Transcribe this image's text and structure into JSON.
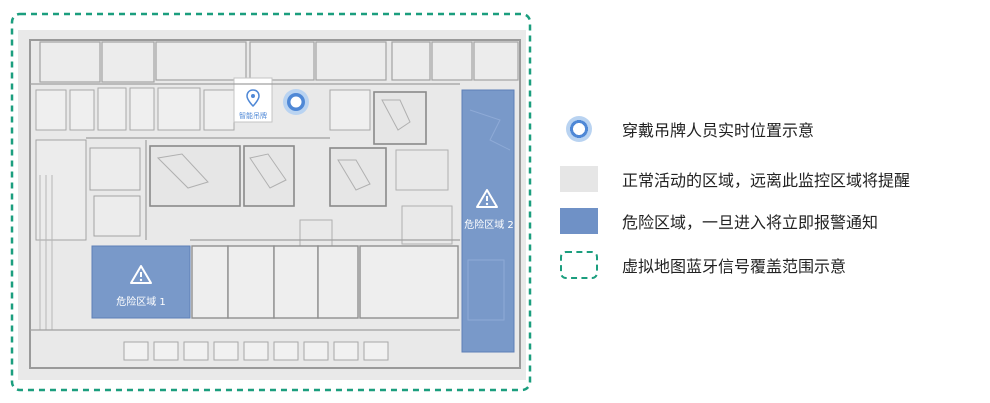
{
  "map": {
    "device_label": "智能吊牌",
    "zones": [
      {
        "id": "zone-1",
        "label": "危险区域 1"
      },
      {
        "id": "zone-2",
        "label": "危险区域 2"
      }
    ],
    "colors": {
      "danger_fill": "#6f91c6",
      "normal_fill": "#e6e6e6",
      "coverage_border": "#1b9e7e",
      "person_marker": "#4f88d6"
    }
  },
  "legend": {
    "items": [
      {
        "key": "person",
        "icon": "person-location-icon",
        "text": "穿戴吊牌人员实时位置示意"
      },
      {
        "key": "normal",
        "icon": "normal-area-swatch",
        "text": "正常活动的区域，远离此监控区域将提醒"
      },
      {
        "key": "danger",
        "icon": "danger-area-swatch",
        "text": "危险区域，一旦进入将立即报警通知"
      },
      {
        "key": "coverage",
        "icon": "bluetooth-coverage-swatch",
        "text": "虚拟地图蓝牙信号覆盖范围示意"
      }
    ]
  }
}
